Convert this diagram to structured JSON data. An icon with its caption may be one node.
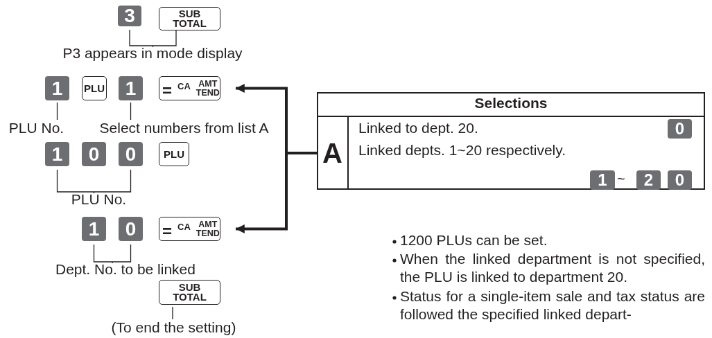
{
  "diagram": {
    "nodes": [
      {
        "text": [
          "3"
        ]
      },
      {
        "text": [
          "SUB TOTAL"
        ]
      },
      {
        "text": [
          "P3 appears in mode display"
        ]
      },
      {
        "text": [
          "1"
        ]
      },
      {
        "text": [
          "PLU"
        ]
      },
      {
        "text": [
          "1"
        ]
      },
      {
        "text": [
          "=",
          "CA",
          "AMT",
          "TEND"
        ]
      },
      {
        "text": [
          "PLU No."
        ]
      },
      {
        "text": [
          "Select numbers from list A"
        ]
      },
      {
        "text": [
          "1"
        ]
      },
      {
        "text": [
          "0"
        ]
      },
      {
        "text": [
          "0"
        ]
      },
      {
        "text": [
          "PLU"
        ]
      },
      {
        "text": [
          "PLU No."
        ]
      },
      {
        "text": [
          "1"
        ]
      },
      {
        "text": [
          "0"
        ]
      },
      {
        "text": [
          "=",
          "CA",
          "AMT",
          "TEND"
        ]
      },
      {
        "text": [
          "Dept. No. to be linked"
        ]
      },
      {
        "text": [
          "SUB TOTAL"
        ]
      },
      {
        "text": [
          "(To end the setting)"
        ]
      },
      {
        "text": [
          "A"
        ]
      },
      {
        "text": [
          "0"
        ]
      },
      {
        "text": [
          "1"
        ]
      },
      {
        "text": [
          "2"
        ]
      },
      {
        "text": [
          "0"
        ]
      }
    ],
    "edges": [
      {
        "from": 2,
        "to": 0,
        "arrow": "none"
      },
      {
        "from": 2,
        "to": 1,
        "arrow": "none"
      },
      {
        "from": 7,
        "to": 3,
        "arrow": "none"
      },
      {
        "from": 8,
        "to": 5,
        "arrow": "none"
      },
      {
        "from": 13,
        "to": 9,
        "arrow": "none"
      },
      {
        "from": 13,
        "to": 11,
        "arrow": "none"
      },
      {
        "from": 17,
        "to": 14,
        "arrow": "none"
      },
      {
        "from": 17,
        "to": 15,
        "arrow": "none"
      },
      {
        "from": 19,
        "to": 18,
        "arrow": "none"
      },
      {
        "from": 20,
        "to": 6,
        "arrow": "to",
        "style": "thick"
      },
      {
        "from": 20,
        "to": 16,
        "arrow": "to",
        "style": "thick"
      }
    ],
    "labels": [
      "Selections",
      "Linked to dept. 20.",
      "Linked depts. 1~20 respectively.",
      "~",
      "1200 PLUs can be set.",
      "When the linked department is not specified, the PLU is linked to department 20.",
      "Status for a single-item sale and tax status are followed the specified linked depart-"
    ]
  }
}
